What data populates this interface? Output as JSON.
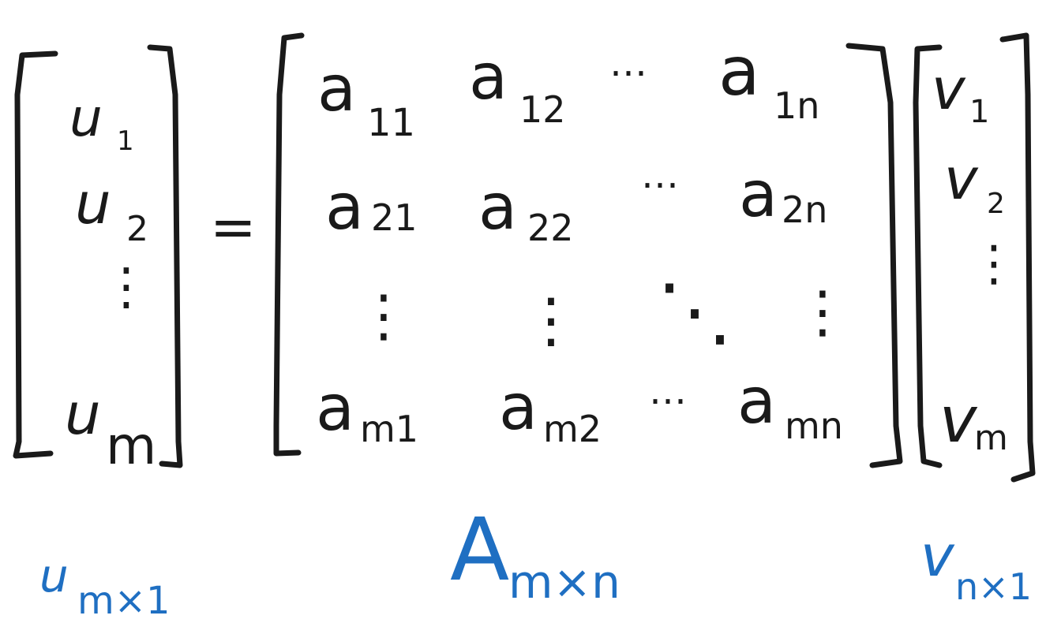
{
  "equation": {
    "lhs": {
      "entries": [
        {
          "base": "u",
          "sub": "1"
        },
        {
          "base": "u",
          "sub": "2"
        },
        {
          "base": "⋮",
          "sub": ""
        },
        {
          "base": "u",
          "sub": "m"
        }
      ]
    },
    "equals": "=",
    "matrix": {
      "rows": [
        [
          {
            "base": "a",
            "sub": "11"
          },
          {
            "base": "a",
            "sub": "12"
          },
          {
            "base": "⋯",
            "sub": ""
          },
          {
            "base": "a",
            "sub": "1n"
          }
        ],
        [
          {
            "base": "a",
            "sub": "21"
          },
          {
            "base": "a",
            "sub": "22"
          },
          {
            "base": "⋯",
            "sub": ""
          },
          {
            "base": "a",
            "sub": "2n"
          }
        ],
        [
          {
            "base": "⋮",
            "sub": ""
          },
          {
            "base": "⋮",
            "sub": ""
          },
          {
            "base": "⋱",
            "sub": ""
          },
          {
            "base": "⋮",
            "sub": ""
          }
        ],
        [
          {
            "base": "a",
            "sub": "m1"
          },
          {
            "base": "a",
            "sub": "m2"
          },
          {
            "base": "⋯",
            "sub": ""
          },
          {
            "base": "a",
            "sub": "mn"
          }
        ]
      ]
    },
    "rhs": {
      "entries": [
        {
          "base": "v",
          "sub": "1"
        },
        {
          "base": "v",
          "sub": "2"
        },
        {
          "base": "⋮",
          "sub": ""
        },
        {
          "base": "v",
          "sub": "m"
        }
      ]
    }
  },
  "labels": {
    "u": {
      "base": "u",
      "sub": "m×1"
    },
    "A": {
      "base": "A",
      "sub": "m×n"
    },
    "v": {
      "base": "v",
      "sub": "n×1"
    }
  },
  "colors": {
    "ink": "#1a1a1a",
    "label_blue": "#1f6fc2",
    "background": "#ffffff"
  }
}
